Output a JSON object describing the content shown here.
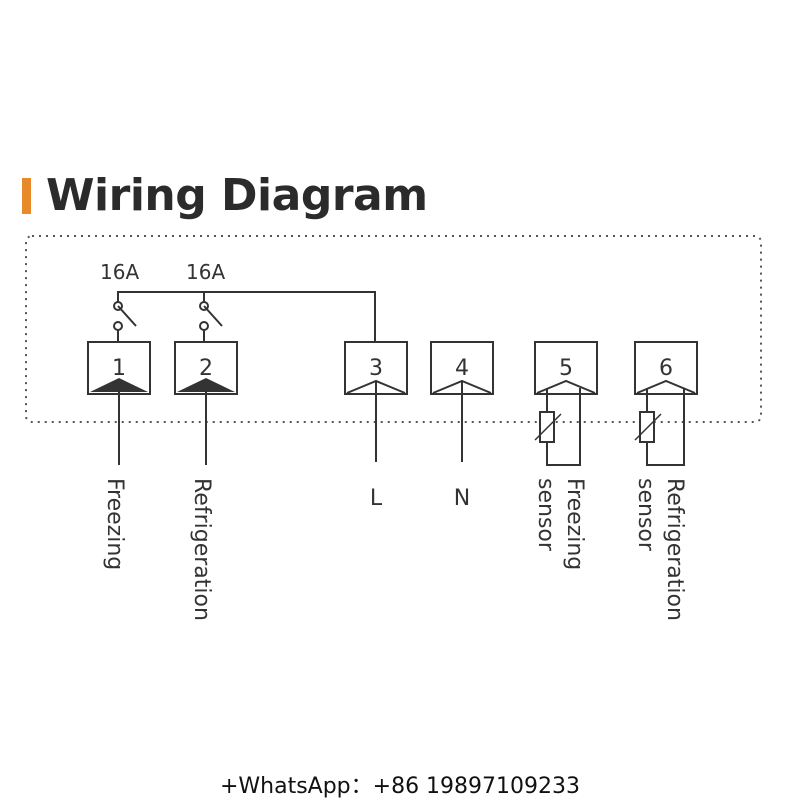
{
  "title": "Wiring Diagram",
  "colors": {
    "accent": "#e8892a",
    "line": "#333333"
  },
  "ratings": {
    "relay_1": "16A",
    "relay_2": "16A"
  },
  "terminals": [
    {
      "number": "1",
      "label": "Freezing"
    },
    {
      "number": "2",
      "label": "Refrigeration"
    },
    {
      "number": "3",
      "label": "L"
    },
    {
      "number": "4",
      "label": "N"
    },
    {
      "number": "5",
      "label_line1": "Freezing",
      "label_line2": "sensor"
    },
    {
      "number": "6",
      "label_line1": "Refrigeration",
      "label_line2": "sensor"
    }
  ],
  "footer": "+WhatsApp：+86 19897109233"
}
